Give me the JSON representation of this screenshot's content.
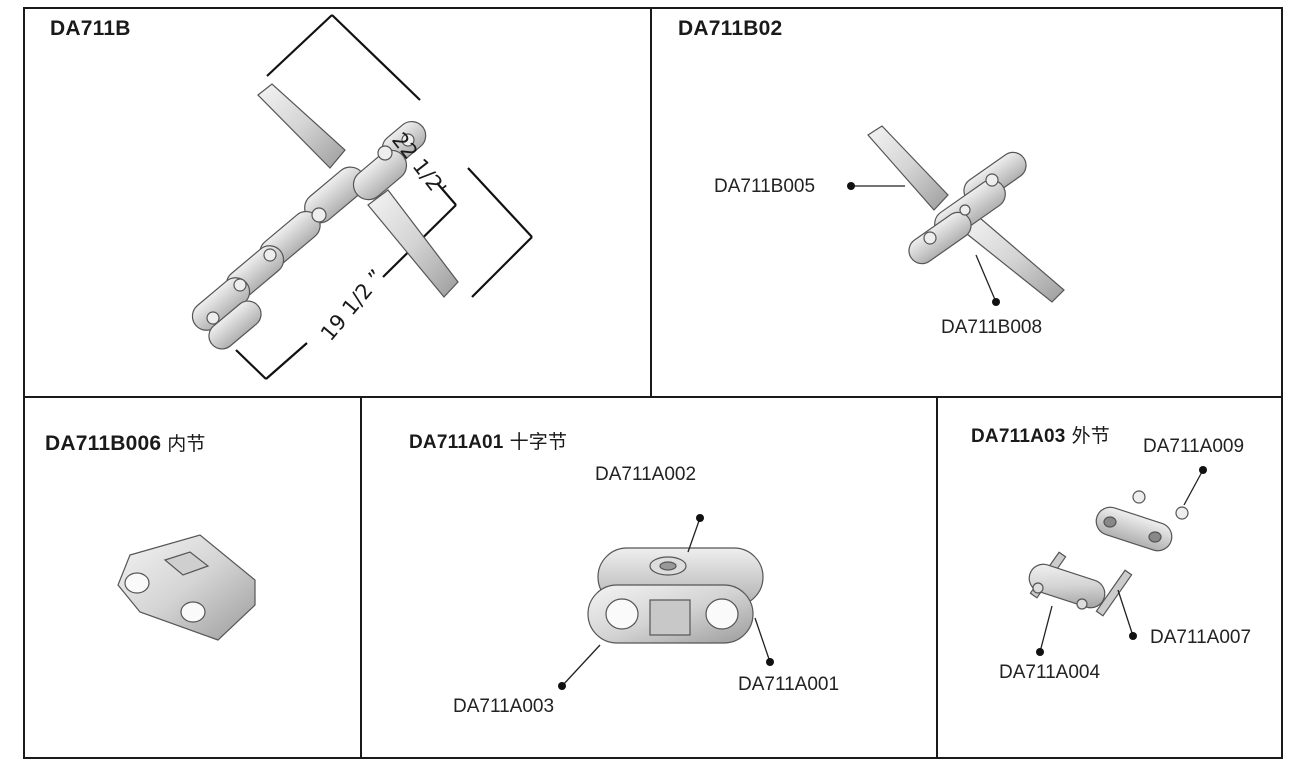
{
  "panels": {
    "top_left": {
      "title": "DA711B",
      "dim_long": "22 1/2'",
      "dim_short": "19 1/2 ”"
    },
    "top_right": {
      "title": "DA711B02",
      "callout_a": "DA711B005",
      "callout_b": "DA711B008"
    },
    "bottom_left": {
      "title": "DA711B006",
      "title_cn": "内节"
    },
    "bottom_middle": {
      "title": "DA711A01",
      "title_cn": "十字节",
      "callout_top": "DA711A002",
      "callout_left": "DA711A003",
      "callout_right": "DA711A001"
    },
    "bottom_right": {
      "title": "DA711A03",
      "title_cn": "外节",
      "callout_top": "DA711A009",
      "callout_right": "DA711A007",
      "callout_left": "DA711A004"
    }
  }
}
